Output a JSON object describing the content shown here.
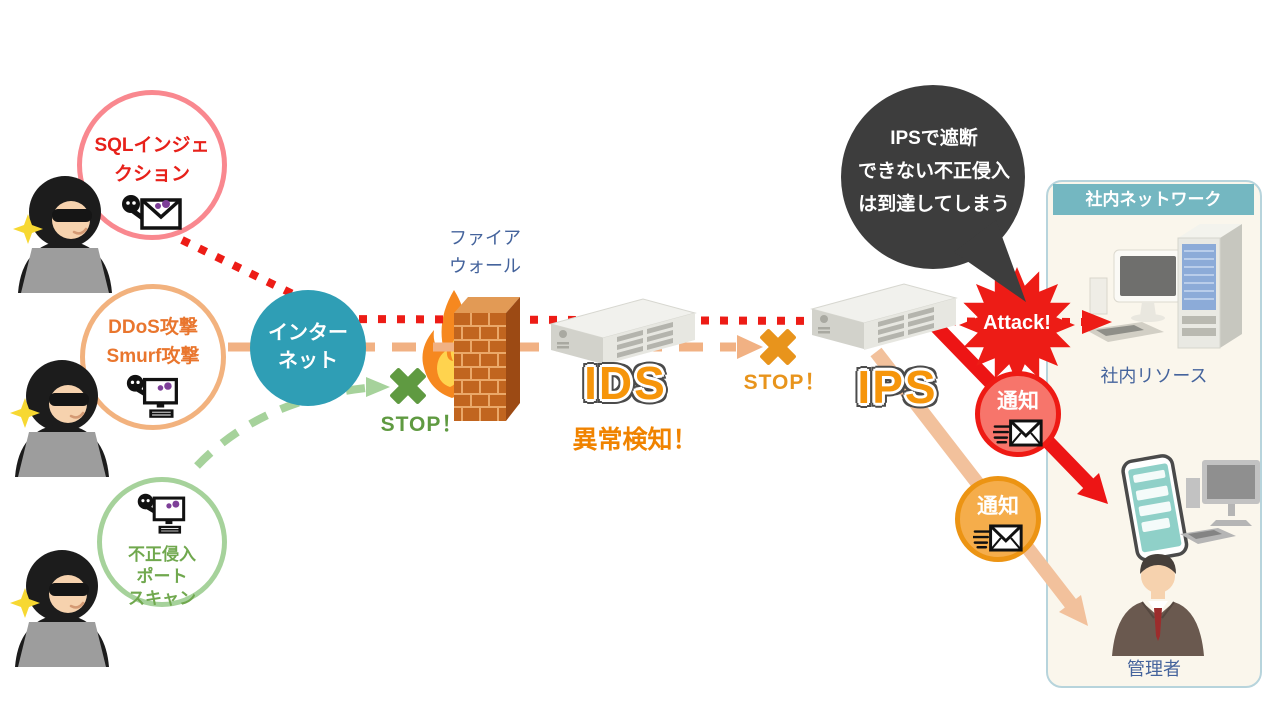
{
  "attackers": {
    "sql": {
      "line1": "SQLインジェ",
      "line2": "クション"
    },
    "ddos": {
      "line1": "DDoS攻撃",
      "line2": "Smurf攻撃"
    },
    "portscan": {
      "line1": "不正侵入",
      "line2": "ポート",
      "line3": "スキャン"
    }
  },
  "internet": {
    "line1": "インター",
    "line2": "ネット"
  },
  "firewall": {
    "line1": "ファイア",
    "line2": "ウォール",
    "stop_label": "STOP！"
  },
  "ids": {
    "name": "IDS",
    "alert": "異常検知！"
  },
  "ips": {
    "name": "IPS",
    "stop_label": "STOP！"
  },
  "speech_bubble": {
    "line1": "IPSで遮断",
    "line2": "できない不正侵入",
    "line3": "は到達してしまう"
  },
  "attack_burst": {
    "label": "Attack!"
  },
  "notifications": {
    "red_label": "通知",
    "orange_label": "通知"
  },
  "panel": {
    "title": "社内ネットワーク",
    "resources_label": "社内リソース",
    "admin_label": "管理者"
  },
  "colors": {
    "attack_red": "#ed1c16",
    "alert_orange": "#f08300",
    "dash_salmon": "#f1b183",
    "dash_green": "#a6d29b",
    "internet_teal": "#2f9eb5",
    "panel_header_teal": "#74b7c1",
    "bubble_dark": "#3d3d3d",
    "label_blue": "#44639c",
    "device_orange": "#f6950a",
    "sql_circle": "#f9888f",
    "ddos_circle": "#f2b27e",
    "portscan_circle": "#a6d29b",
    "notify_red_fill": "#f7756b",
    "notify_red_border": "#ee1a14",
    "notify_orange_fill": "#f5ad4b",
    "notify_orange_border": "#ec9413"
  }
}
